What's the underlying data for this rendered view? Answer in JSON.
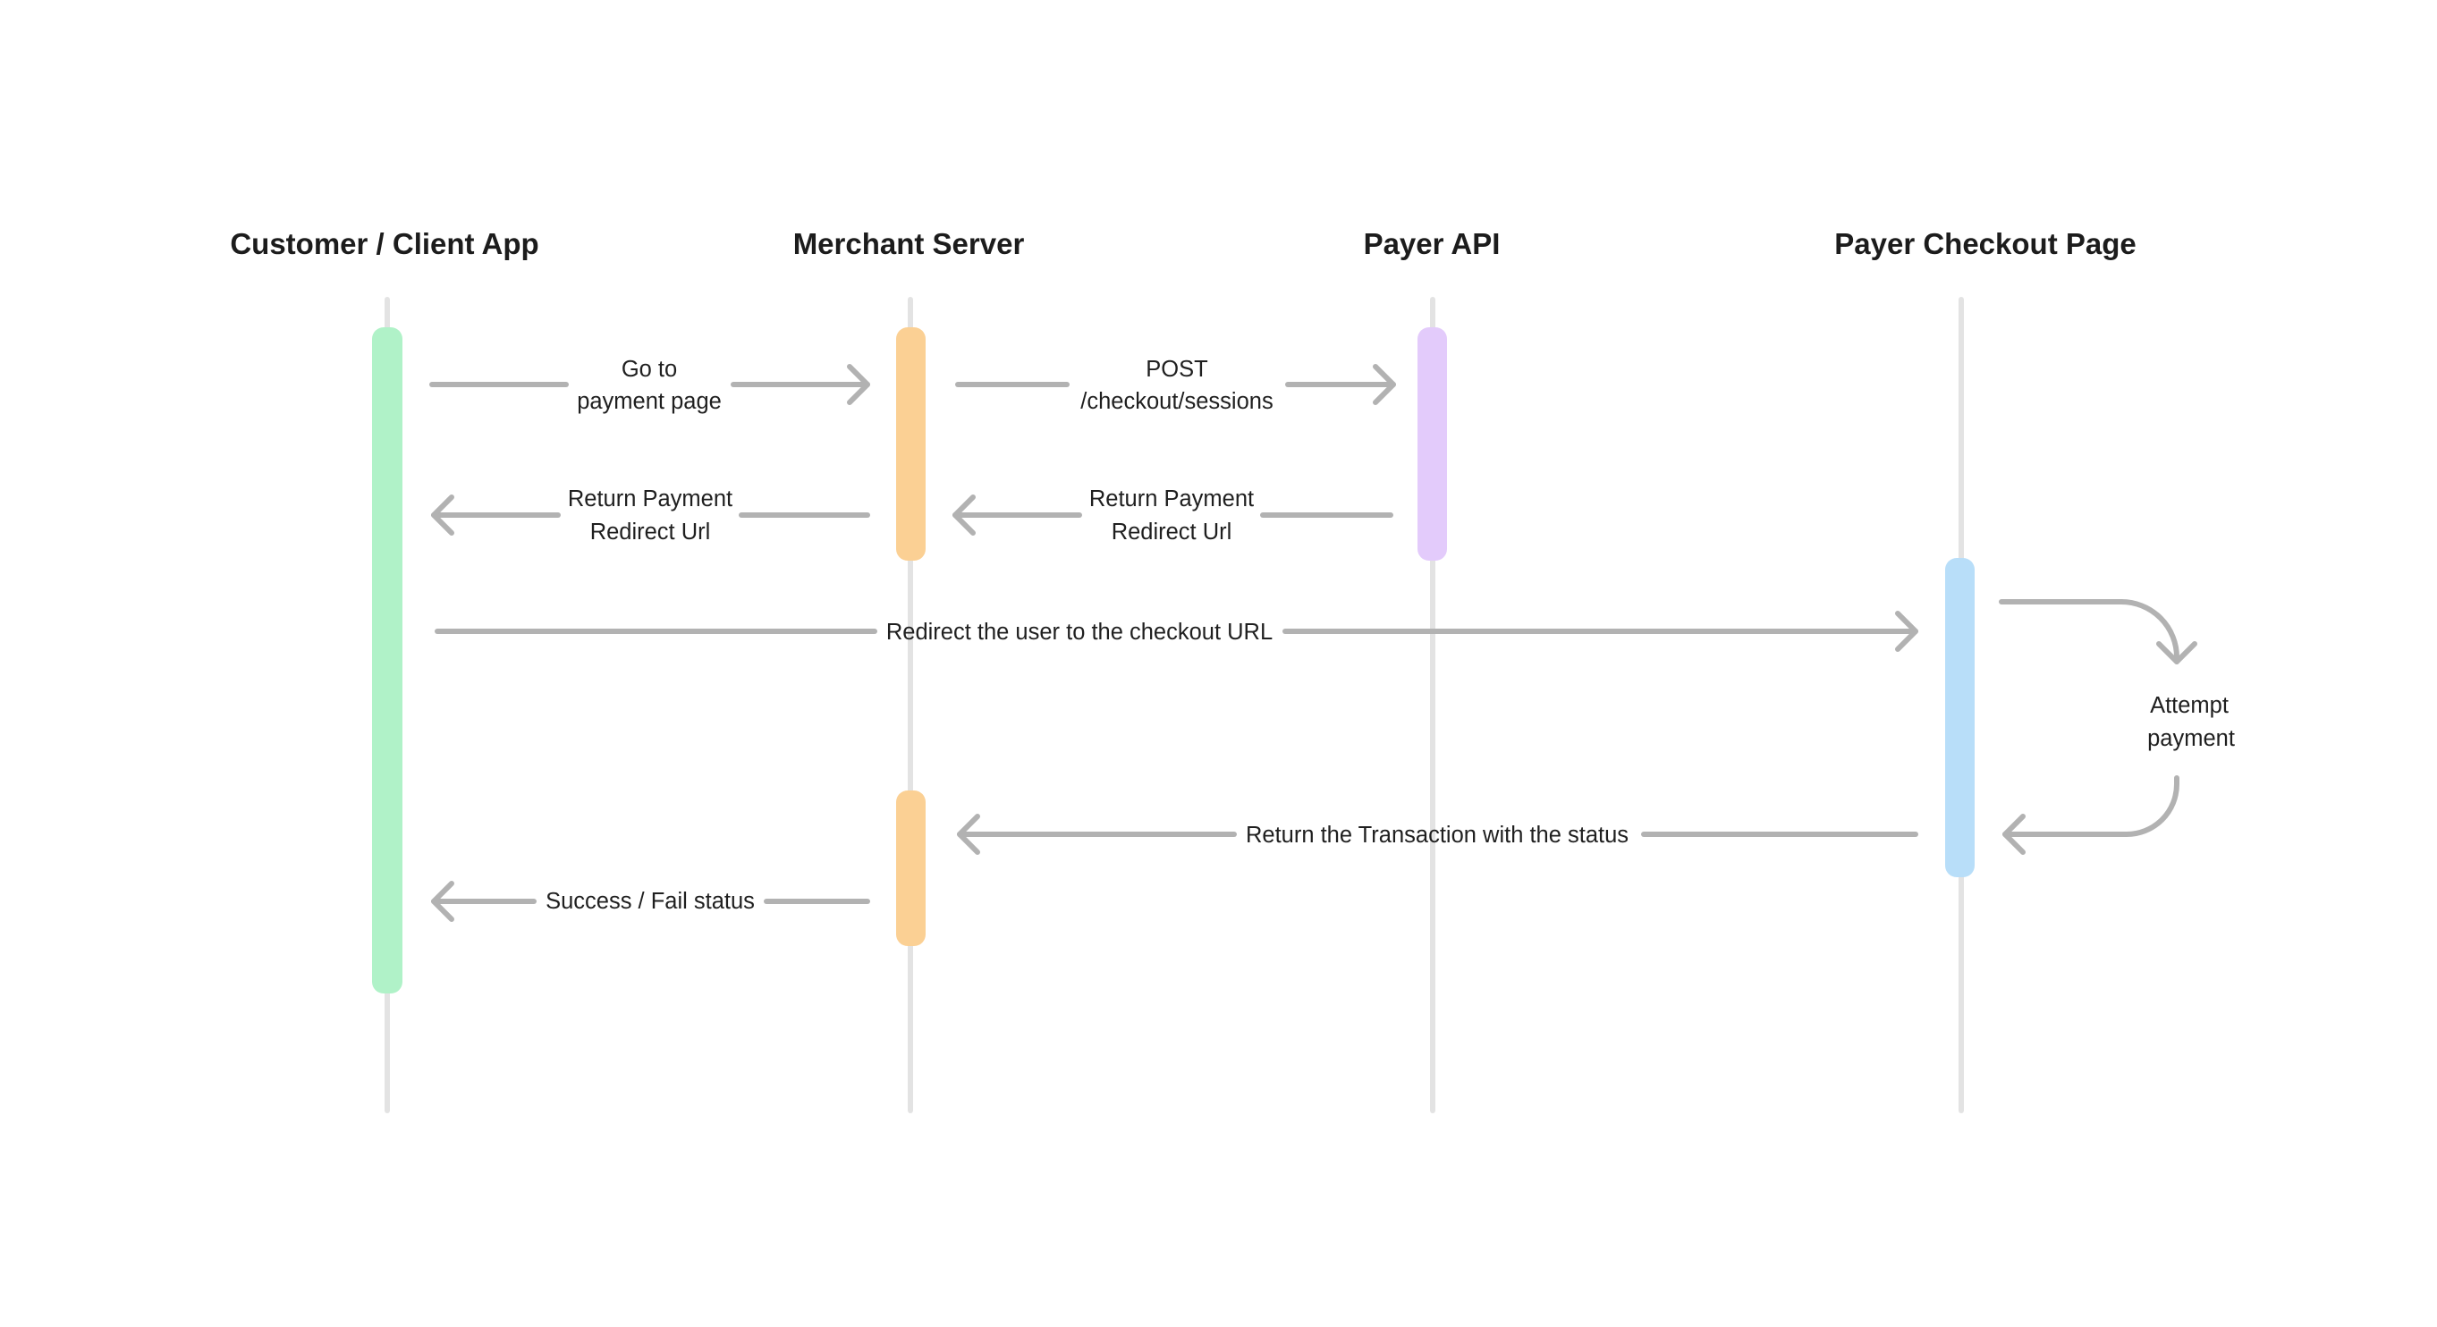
{
  "participants": [
    {
      "id": "client",
      "label": "Customer / Client App",
      "color": "#b0f2c8"
    },
    {
      "id": "merchant",
      "label": "Merchant Server",
      "color": "#fbd094"
    },
    {
      "id": "api",
      "label": "Payer API",
      "color": "#e3cbfb"
    },
    {
      "id": "checkout",
      "label": "Payer Checkout Page",
      "color": "#b8def9"
    }
  ],
  "messages": [
    {
      "id": "go-to-payment-page",
      "from": "client",
      "to": "merchant",
      "lines": [
        "Go to",
        "payment page"
      ]
    },
    {
      "id": "post-checkout-sessions",
      "from": "merchant",
      "to": "api",
      "lines": [
        "POST",
        "/checkout/sessions"
      ]
    },
    {
      "id": "api-return-redirect-url",
      "from": "api",
      "to": "merchant",
      "lines": [
        "Return Payment",
        "Redirect Url"
      ]
    },
    {
      "id": "merchant-return-redirect-url",
      "from": "merchant",
      "to": "client",
      "lines": [
        "Return Payment",
        "Redirect Url"
      ]
    },
    {
      "id": "redirect-to-checkout",
      "from": "client",
      "to": "checkout",
      "lines": [
        "Redirect the user to the checkout URL"
      ]
    },
    {
      "id": "attempt-payment",
      "from": "checkout",
      "to": "checkout",
      "lines": [
        "Attempt",
        "payment"
      ]
    },
    {
      "id": "return-transaction-status",
      "from": "checkout",
      "to": "merchant",
      "lines": [
        "Return the Transaction with the status"
      ]
    },
    {
      "id": "success-fail-status",
      "from": "merchant",
      "to": "client",
      "lines": [
        "Success / Fail status"
      ]
    }
  ],
  "colors": {
    "lifeline": "#e3e3e3",
    "arrow": "#b2b2b2",
    "text": "#1f1f1f"
  }
}
